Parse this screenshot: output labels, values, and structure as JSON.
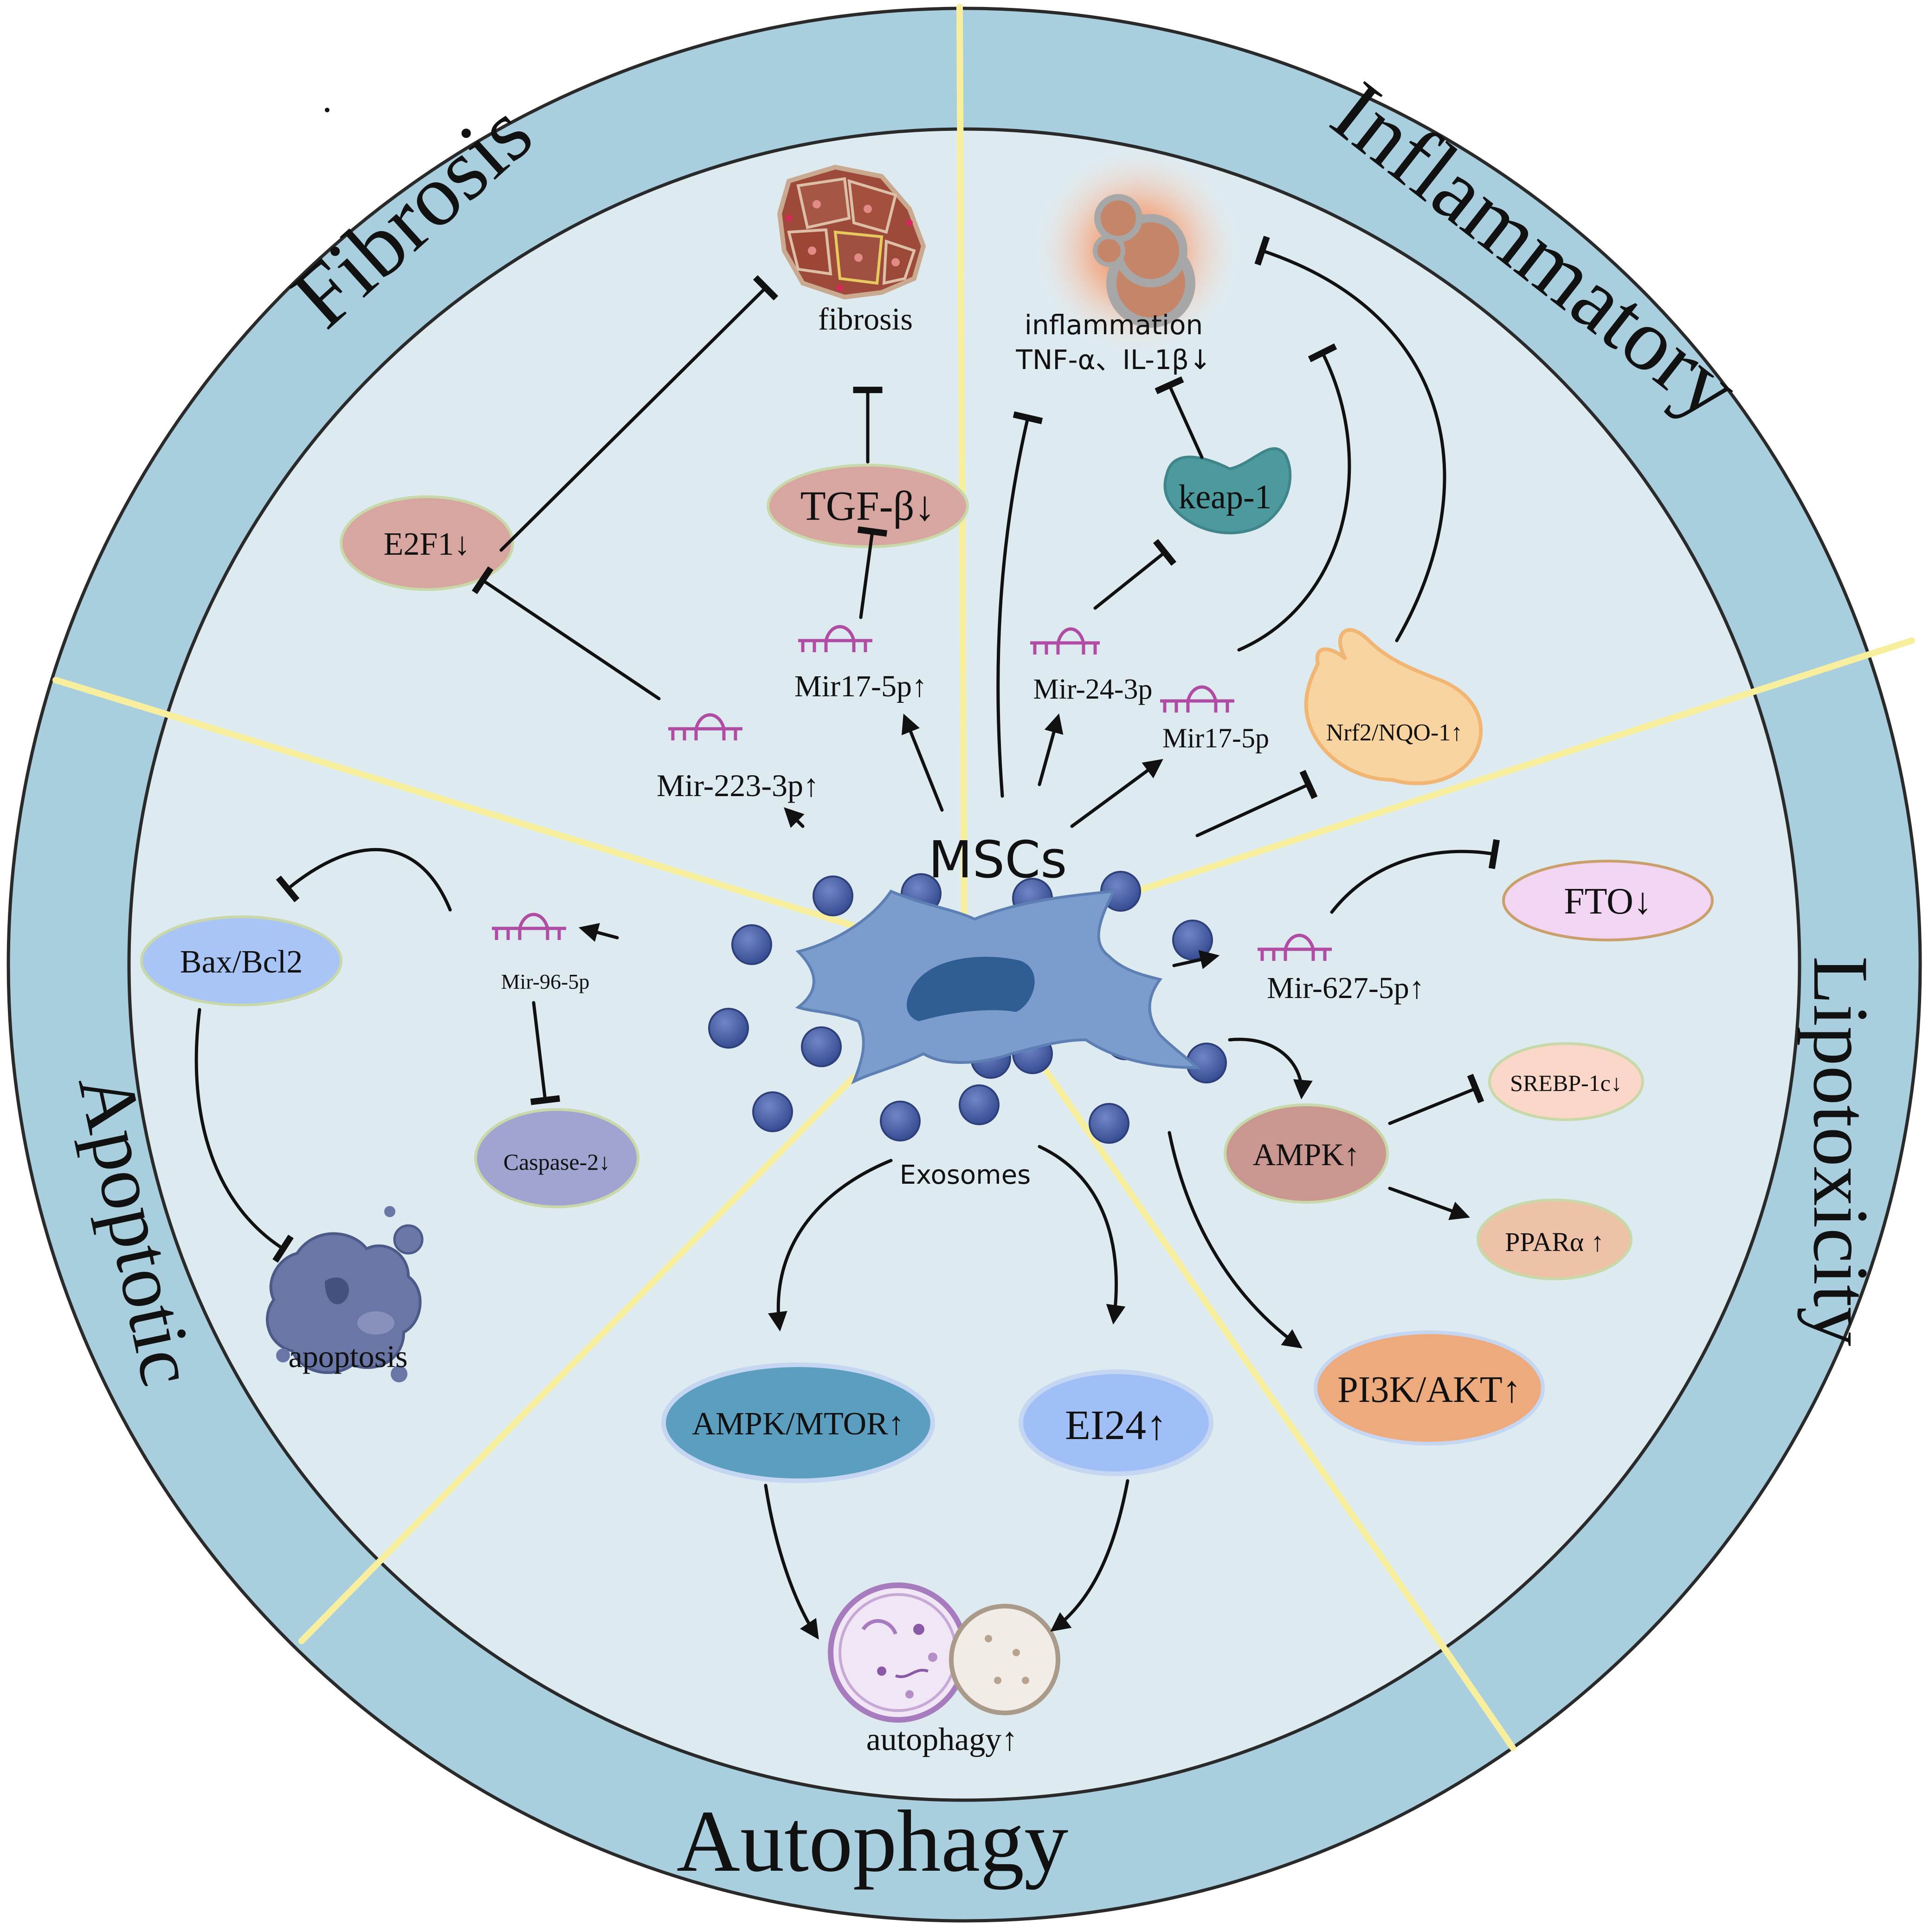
{
  "colors": {
    "outer_ring": "#a9cedd",
    "inner_disc": "#ddebf1",
    "ring_stroke": "#2a2a2a",
    "divider": "#f7ef9e",
    "arrow": "#111111",
    "mirna": "#b04ca3"
  },
  "sectors": {
    "fibrosis": "Fibrosis",
    "inflammatory": "Inflammatory",
    "lipotoxicity": "Lipotoxicity",
    "autophagy": "Autophagy",
    "apoptotic": "Apoptotic"
  },
  "center": {
    "msc_label": "MSCs",
    "exosomes_label": "Exosomes"
  },
  "nodes": {
    "fibrosis": "fibrosis",
    "tgf_beta": "TGF-β↓",
    "e2f1": "E2F1↓",
    "inflammation": "inflammation",
    "cytokines": "TNF-α、IL-1β↓",
    "keap1": "keap-1",
    "nrf2": "Nrf2/NQO-1↑",
    "fto": "FTO↓",
    "srebp": "SREBP-1c↓",
    "ampk": "AMPK↑",
    "ppara": "PPARα ↑",
    "pi3k": "PI3K/AKT↑",
    "ampk_mtor": "AMPK/MTOR↑",
    "ei24": "EI24↑",
    "autophagy": "autophagy↑",
    "bax_bcl2": "Bax/Bcl2",
    "caspase2": "Caspase-2↓",
    "apoptosis": "apoptosis"
  },
  "mirnas": {
    "mir223": "Mir-223-3p↑",
    "mir17_up": "Mir17-5p↑",
    "mir24": "Mir-24-3p",
    "mir17": "Mir17-5p",
    "mir627": "Mir-627-5p↑",
    "mir96": "Mir-96-5p"
  },
  "icons": [
    "fibrosis-tissue-icon",
    "inflamed-cell-icon",
    "apoptotic-cell-icon",
    "autophagosome-icon",
    "msc-cell-icon",
    "exosome-icon",
    "mirna-hairpin-icon"
  ]
}
